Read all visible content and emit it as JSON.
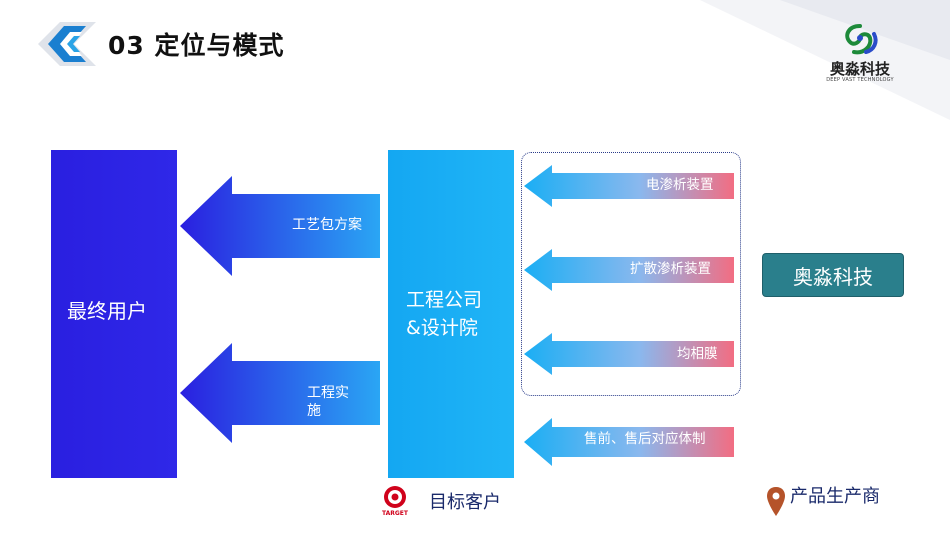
{
  "header": {
    "title": "03 定位与模式"
  },
  "logo": {
    "name": "奥淼科技",
    "tagline": "DEEP VAST TECHNOLOGY"
  },
  "panels": {
    "end_user": "最终用户",
    "engineering": "工程公司\n&设计院"
  },
  "arrows_left": {
    "process": "工艺包方案",
    "implementation": "工程实施"
  },
  "arrows_right": {
    "electrodialysis": "电渗析装置",
    "diffusion_dialysis": "扩散渗析装置",
    "homogeneous_membrane": "均相膜",
    "service": "售前、售后对应体制"
  },
  "company_box": "奥淼科技",
  "legend": {
    "target_customer": "目标客户",
    "target_icon_text": "TARGET",
    "producer": "产品生产商"
  },
  "colors": {
    "accent": "#2f28e8",
    "eng_blue": "#1aaef4",
    "company": "#2a7f8c"
  }
}
